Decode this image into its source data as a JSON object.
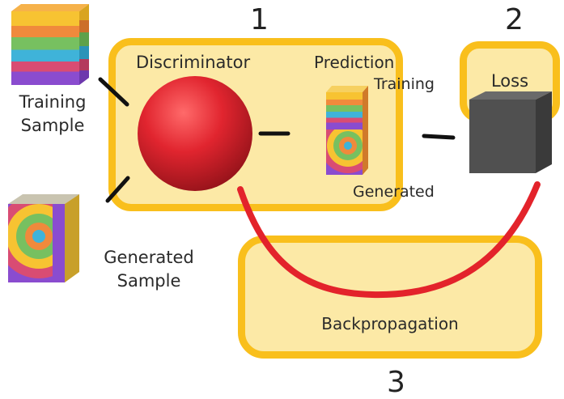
{
  "steps": {
    "discriminator": "1",
    "loss": "2",
    "backprop": "3"
  },
  "labels": {
    "training_sample": [
      "Training",
      "Sample"
    ],
    "generated_sample": [
      "Generated",
      "Sample"
    ],
    "discriminator": "Discriminator",
    "prediction": "Prediction",
    "prediction_training": "Training",
    "prediction_generated": "Generated",
    "loss": "Loss",
    "backpropagation": "Backpropagation"
  },
  "colors": {
    "panel_fill": "#fce9a6",
    "panel_border": "#f9bf1c",
    "sphere": "#e1252f",
    "loss_cube": "#4a4a4a",
    "backprop_arc": "#e3232b"
  },
  "icons": {
    "training_sample": "rainbow-striped-cube-icon",
    "generated_sample": "rainbow-swirl-cube-icon",
    "discriminator": "red-sphere-icon",
    "prediction": "stacked-prediction-cube-icon",
    "loss": "dark-gray-cube-icon"
  }
}
